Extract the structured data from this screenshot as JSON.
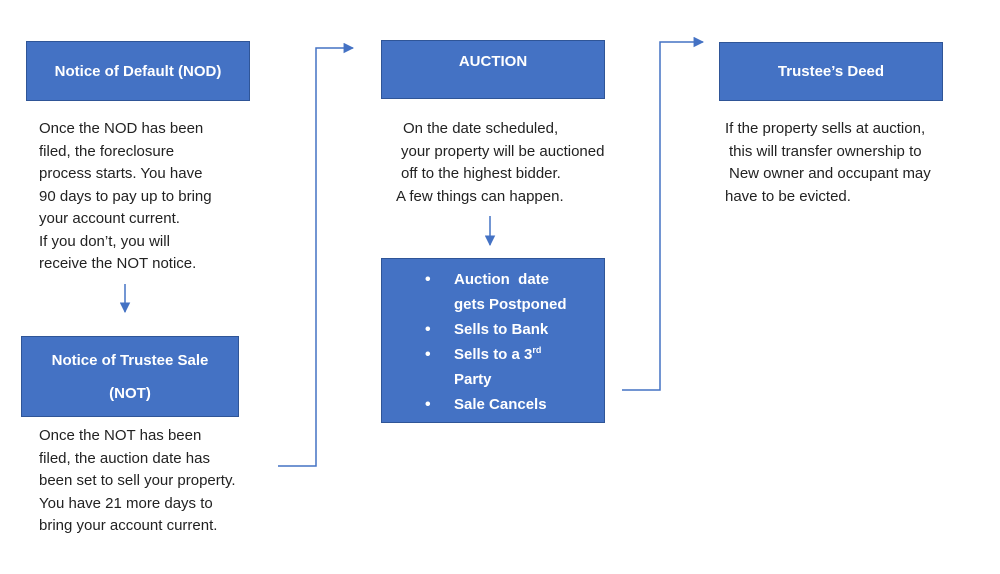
{
  "colors": {
    "box_fill": "#4472c4",
    "box_border": "#2f5597",
    "arrow": "#4472c4",
    "text": "#222222"
  },
  "nod": {
    "title": "Notice of Default (NOD)",
    "lines": [
      "Once the NOD has been",
      "filed, the foreclosure",
      "process starts. You have",
      "90 days to pay up to bring",
      "your account current.",
      "If you don’t, you will",
      "receive the NOT notice."
    ]
  },
  "not": {
    "title_line1": "Notice of Trustee Sale",
    "title_line2": "(NOT)",
    "lines": [
      "Once the NOT has been",
      "filed, the auction date has",
      "been set to sell your property.",
      "You have 21 more days to",
      "bring your account current."
    ]
  },
  "auction": {
    "title": "AUCTION",
    "lines": [
      "On the date scheduled,",
      "your property will be auctioned",
      "off to the highest bidder.",
      "A few things can happen."
    ]
  },
  "outcomes": {
    "item1_line1": "Auction  date",
    "item1_line2": "gets Postponed",
    "item2": "Sells to Bank",
    "item3_pre": "Sells to a 3",
    "item3_sup": "rd",
    "item3_line2": "Party",
    "item4": "Sale Cancels"
  },
  "deed": {
    "title": "Trustee’s Deed",
    "lines": [
      "If the property sells at auction,",
      "this will transfer ownership to",
      "New owner and occupant may",
      "have to be evicted."
    ]
  }
}
